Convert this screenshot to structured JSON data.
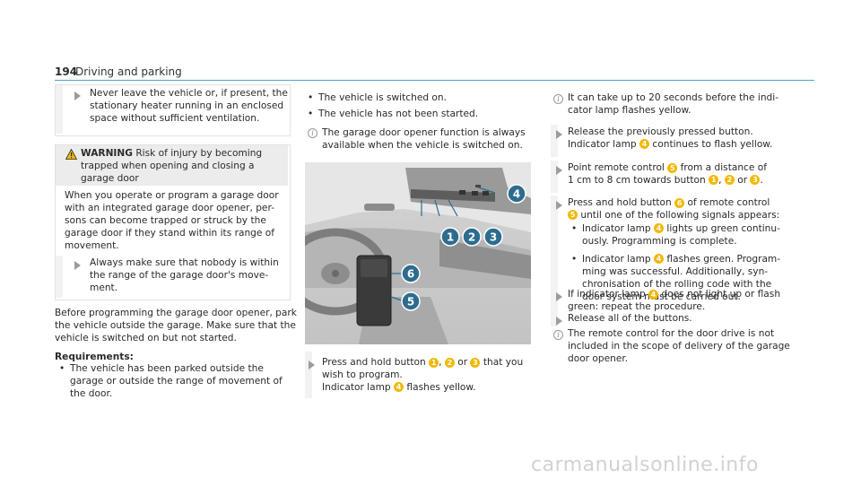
{
  "header": {
    "page_number": "194",
    "section_title": "Driving and parking"
  },
  "left": {
    "box1_text": [
      "Never leave the vehicle or, if present, the",
      "stationary heater running in an enclosed",
      "space without sufficient ventilation."
    ],
    "warning": {
      "label": "WARNING",
      "title": [
        "Risk of injury by becoming",
        "trapped when opening and closing a",
        "garage door"
      ],
      "body": [
        "When you operate or program a garage door",
        "with an integrated garage door opener, per-",
        "sons can become trapped or struck by the",
        "garage door if they stand within its range of",
        "movement."
      ],
      "action": [
        "Always make sure that nobody is within",
        "the range of the garage door's move-",
        "ment."
      ]
    },
    "para": [
      "Before programming the garage door opener, park",
      "the vehicle outside the garage. Make sure that the",
      "vehicle is switched on but not started."
    ],
    "requirements_label": "Requirements:",
    "req_items": [
      [
        "The vehicle has been parked outside the",
        "garage or outside the range of movement of",
        "the door."
      ]
    ]
  },
  "middle": {
    "bullets": [
      "The vehicle is switched on.",
      "The vehicle has not been started."
    ],
    "info": [
      "The garage door opener function is always",
      "available when the vehicle is switched on."
    ],
    "step": {
      "line1_a": "Press and hold button",
      "n1": "1",
      "n2": "2",
      "n3": "3",
      "sep1": ",",
      "or": "or",
      "line1_b": "that you",
      "line2": "wish to program.",
      "line3_a": "Indicator lamp",
      "n4": "4",
      "line3_b": "flashes yellow."
    },
    "figure_callouts": [
      "1",
      "2",
      "3",
      "4",
      "5",
      "6"
    ]
  },
  "right": {
    "info1": [
      "It can take up to 20 seconds before the indi-",
      "cator lamp flashes yellow."
    ],
    "step1": {
      "a": "Release the previously pressed button.",
      "b1": "Indicator lamp",
      "n": "4",
      "b2": "continues to flash yellow."
    },
    "step2": {
      "a1": "Point remote control",
      "n5": "5",
      "a2": "from a distance of",
      "b1": "1 cm to 8 cm towards button",
      "n1": "1",
      "n2": "2",
      "or": "or",
      "n3": "3",
      "dot": "."
    },
    "step3": {
      "a1": "Press and hold button",
      "n6": "6",
      "a2": "of remote control",
      "b_n5": "5",
      "b2": "until one of the following signals appears:",
      "sub1": {
        "a": "Indicator lamp",
        "n": "4",
        "b": "lights up green continu-",
        "c": "ously. Programming is complete."
      },
      "sub2": {
        "a": "Indicator lamp",
        "n": "4",
        "b": "flashes green. Program-",
        "c": "ming was successful. Additionally, syn-",
        "d": "chronisation of the rolling code with the",
        "e": "door system must be carried out."
      }
    },
    "step4": {
      "a1": "If indicator lamp",
      "n": "4",
      "a2": "does not light up or flash",
      "b": "green: repeat the procedure."
    },
    "step5": "Release all of the buttons.",
    "info2": [
      "The remote control for the door drive is not",
      "included in the scope of delivery of the garage",
      "door opener."
    ]
  },
  "footer": {
    "watermark": "carmanualsonline.info"
  },
  "colors": {
    "accent": "#49a6c9",
    "callout": "#f2b800",
    "figure_callout": "#2d6c8f"
  }
}
